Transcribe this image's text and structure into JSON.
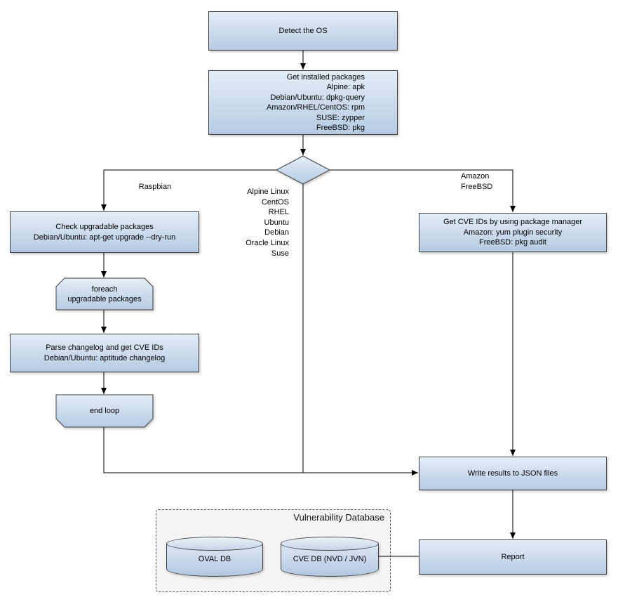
{
  "diagram": {
    "nodes": {
      "detect_os": {
        "label": "Detect the OS"
      },
      "get_installed_packages": {
        "lines": [
          "Get installed packages",
          "Alpine: apk",
          "Debian/Ubuntu: dpkg-query",
          "Amazon/RHEL/CentOS: rpm",
          "SUSE: zypper",
          "FreeBSD: pkg"
        ]
      },
      "check_upgradable": {
        "lines": [
          "Check upgradable packages",
          "Debian/Ubuntu: apt-get upgrade --dry-run"
        ]
      },
      "foreach_loop": {
        "lines": [
          "foreach",
          "upgradable packages"
        ]
      },
      "parse_changelog": {
        "lines": [
          "Parse changelog and get CVE IDs",
          "Debian/Ubuntu: aptitude changelog"
        ]
      },
      "end_loop": {
        "label": "end loop"
      },
      "get_cve_ids": {
        "lines": [
          "Get CVE IDs by using package manager",
          "Amazon: yum plugin security",
          "FreeBSD: pkg audit"
        ]
      },
      "write_json": {
        "label": "Write results to JSON files"
      },
      "report": {
        "label": "Report"
      },
      "oval_db": {
        "label": "OVAL DB"
      },
      "cve_db": {
        "label": "CVE DB (NVD / JVN)"
      }
    },
    "branch_labels": {
      "raspbian": "Raspbian",
      "middle_os_list": [
        "Alpine Linux",
        "CentOS",
        "RHEL",
        "Ubuntu",
        "Debian",
        "Oracle Linux",
        "Suse"
      ],
      "right_os_list": [
        "Amazon",
        "FreeBSD"
      ]
    },
    "group": {
      "title": "Vulnerability Database"
    },
    "colors": {
      "node_fill_top": "#e3edf7",
      "node_fill_bottom": "#b6cbe3",
      "node_border": "#404040",
      "connector": "#000000",
      "group_fill": "#f4f4f4",
      "group_border": "#555555"
    }
  }
}
